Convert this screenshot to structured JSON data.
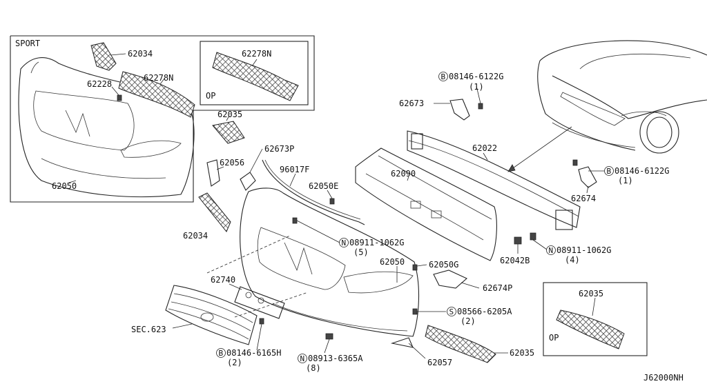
{
  "diagram": {
    "code": "J62000NH",
    "sport_label": "SPORT",
    "op_label_1": "OP",
    "op_label_2": "OP",
    "labels": {
      "p62034_top": "62034",
      "p62278N_a": "62278N",
      "p62228": "62228",
      "p62278N_b": "62278N",
      "p62035_top": "62035",
      "p62050_sport": "62050",
      "p08146_6122G_top": "08146-6122G",
      "q1_top": "(1)",
      "p62673": "62673",
      "p62022": "62022",
      "p62673P": "62673P",
      "p62056": "62056",
      "p96017F": "96017F",
      "p62090": "62090",
      "p62050E": "62050E",
      "p08146_6122G_right": "08146-6122G",
      "q1_right": "(1)",
      "p62674": "62674",
      "p62034_mid": "62034",
      "p08911_1062G_a": "08911-1062G",
      "q5": "(5)",
      "p62042B": "62042B",
      "p08911_1062G_b": "08911-1062G",
      "q4": "(4)",
      "p62050_main": "62050",
      "p62050G": "62050G",
      "p62740": "62740",
      "p62674P": "62674P",
      "p62035_op": "62035",
      "p08566_6205A": "08566-6205A",
      "q2_s": "(2)",
      "sec623": "SEC.623",
      "p08146_6165H": "08146-6165H",
      "q2_b": "(2)",
      "p08913_6365A": "08913-6365A",
      "q8": "(8)",
      "p62057": "62057",
      "p62035_bottom": "62035"
    },
    "circled": {
      "B": "B",
      "N": "N",
      "S": "S"
    }
  }
}
